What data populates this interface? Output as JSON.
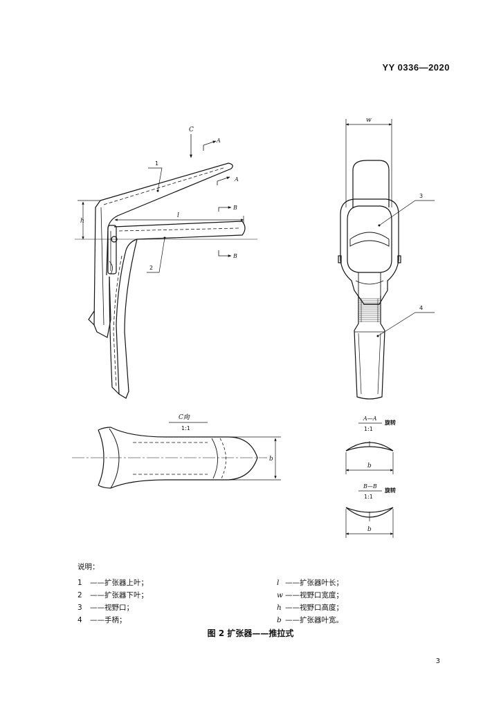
{
  "header": {
    "standard_code": "YY 0336—2020"
  },
  "figure": {
    "labels": {
      "view_arrow": "C",
      "section_a": "A",
      "section_b": "B",
      "part_1": "1",
      "part_2": "2",
      "part_3": "3",
      "part_4": "4",
      "dim_h": "h",
      "dim_l": "l",
      "dim_w": "w",
      "dim_b": "b"
    },
    "view_c": {
      "title": "C向",
      "scale": "1:1"
    },
    "section_aa": {
      "title": "A—A",
      "scale": "1:1",
      "note": "旋转"
    },
    "section_bb": {
      "title": "B—B",
      "scale": "1:1",
      "note": "旋转"
    }
  },
  "legend": {
    "title": "说明：",
    "items": [
      {
        "num": "1",
        "text": "——扩张器上叶；",
        "sym": "l",
        "sym_text": "——扩张器叶长；"
      },
      {
        "num": "2",
        "text": "——扩张器下叶；",
        "sym": "w",
        "sym_text": "——视野口宽度；"
      },
      {
        "num": "3",
        "text": "——视野口；",
        "sym": "h",
        "sym_text": "——视野口高度；"
      },
      {
        "num": "4",
        "text": "——手柄；",
        "sym": "b",
        "sym_text": "——扩张器叶宽。"
      }
    ]
  },
  "caption": "图 2   扩张器——推拉式",
  "page_number": "3"
}
